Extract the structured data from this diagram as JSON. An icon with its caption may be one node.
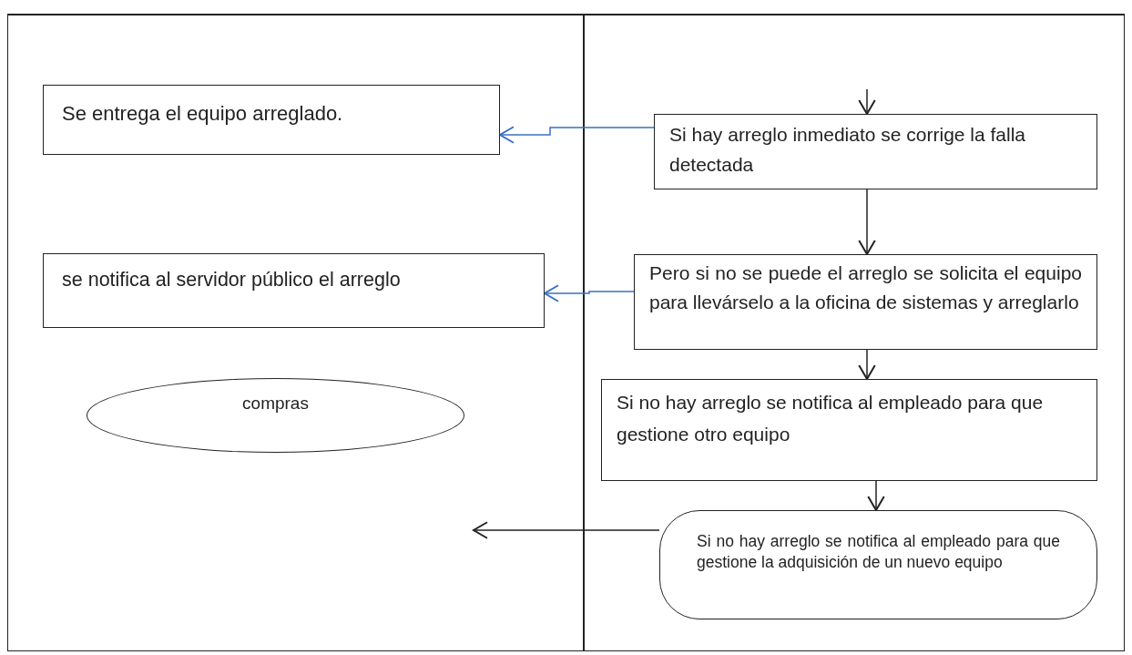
{
  "diagram": {
    "nodes": [
      {
        "text": [
          "Se entrega el equipo arreglado."
        ]
      },
      {
        "text": [
          "Si hay arreglo inmediato se corrige la falla detectada"
        ]
      },
      {
        "text": [
          "se notifica al servidor público el arreglo"
        ]
      },
      {
        "text": [
          "Pero si no se puede el arreglo se solicita el equipo para llevárselo a la oficina de sistemas y arreglarlo"
        ]
      },
      {
        "text": [
          "compras"
        ]
      },
      {
        "text": [
          "Si no hay arreglo se notifica al empleado para que gestione otro equipo"
        ]
      },
      {
        "text": [
          "Si no hay arreglo se notifica al empleado para que gestione la adquisición de un nuevo equipo"
        ]
      }
    ],
    "edges": [
      {
        "from": null,
        "to": 1,
        "arrow": "to"
      },
      {
        "from": 1,
        "to": 0,
        "arrow": "to",
        "color": "#3a70c2"
      },
      {
        "from": 1,
        "to": 3,
        "arrow": "to"
      },
      {
        "from": 3,
        "to": 2,
        "arrow": "to",
        "color": "#3a70c2"
      },
      {
        "from": 3,
        "to": 5,
        "arrow": "to"
      },
      {
        "from": 5,
        "to": 6,
        "arrow": "to"
      },
      {
        "from": 6,
        "to": null,
        "arrow": "to"
      }
    ]
  }
}
